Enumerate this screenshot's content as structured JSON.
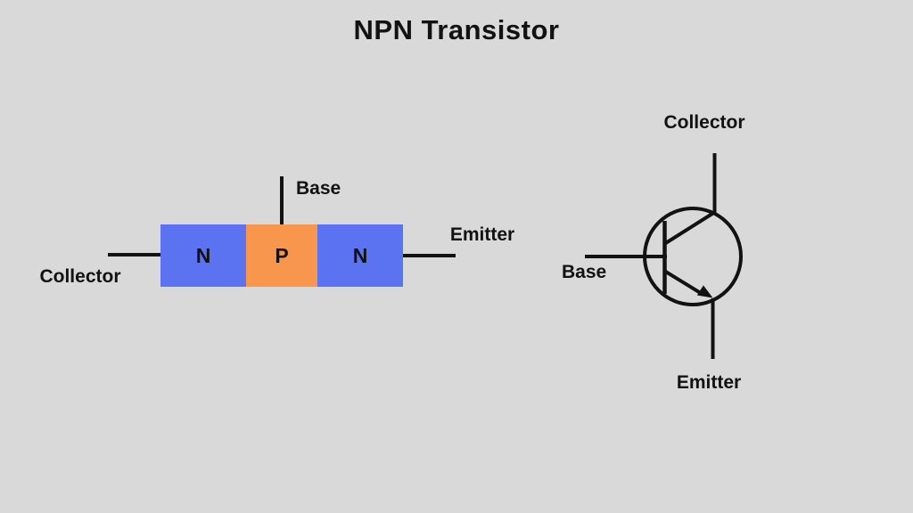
{
  "title": "NPN Transistor",
  "colors": {
    "background": "#d9d9d9",
    "n_block": "#5b73f0",
    "p_block": "#f8964d",
    "ink": "#121212"
  },
  "block_diagram": {
    "blocks": [
      {
        "label": "N"
      },
      {
        "label": "P"
      },
      {
        "label": "N"
      }
    ],
    "collector_label": "Collector",
    "base_label": "Base",
    "emitter_label": "Emitter"
  },
  "symbol_diagram": {
    "collector_label": "Collector",
    "base_label": "Base",
    "emitter_label": "Emitter"
  }
}
